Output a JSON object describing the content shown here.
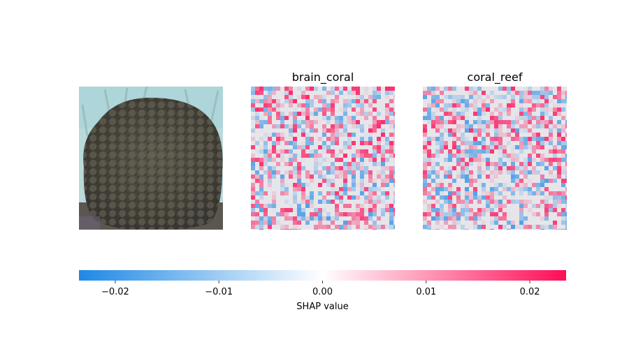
{
  "colors": {
    "negative": "#1e88e5",
    "neutral": "#ffffff",
    "positive": "#ff0d57",
    "background": "#ffffff"
  },
  "chart_data": {
    "type": "heatmap",
    "panels": [
      {
        "name": "input-image",
        "title": "",
        "content": "photo of brain coral (underwater)"
      },
      {
        "name": "brain_coral",
        "title": "brain_coral"
      },
      {
        "name": "coral_reef",
        "title": "coral_reef"
      }
    ],
    "colorbar": {
      "label": "SHAP value",
      "range": [
        -0.0235,
        0.0235
      ],
      "ticks": [
        {
          "value": -0.02,
          "label": "−0.02"
        },
        {
          "value": -0.01,
          "label": "−0.01"
        },
        {
          "value": 0.0,
          "label": "0.00"
        },
        {
          "value": 0.01,
          "label": "0.01"
        },
        {
          "value": 0.02,
          "label": "0.02"
        }
      ]
    }
  }
}
